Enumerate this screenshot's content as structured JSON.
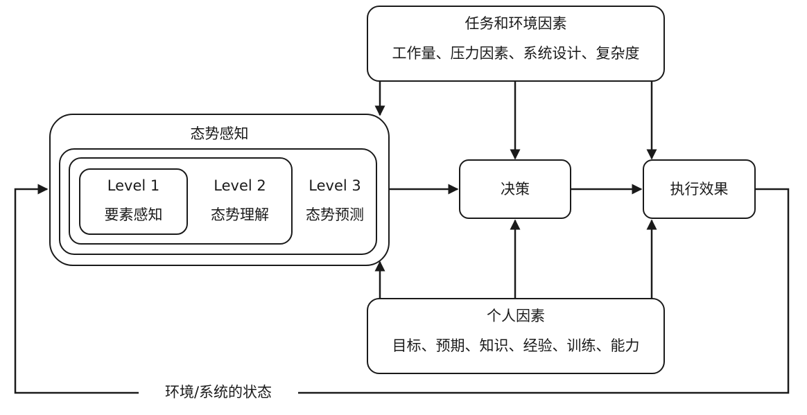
{
  "task_env": {
    "title": "任务和环境因素",
    "items": "工作量、压力因素、系统设计、复杂度"
  },
  "sa": {
    "title": "态势感知",
    "level1": {
      "level": "Level 1",
      "name": "要素感知"
    },
    "level2": {
      "level": "Level 2",
      "name": "态势理解"
    },
    "level3": {
      "level": "Level 3",
      "name": "态势预测"
    }
  },
  "decision": {
    "label": "决策"
  },
  "performance": {
    "label": "执行效果"
  },
  "individual": {
    "title": "个人因素",
    "items": "目标、预期、知识、经验、训练、能力"
  },
  "feedback": {
    "label": "环境/系统的状态"
  }
}
